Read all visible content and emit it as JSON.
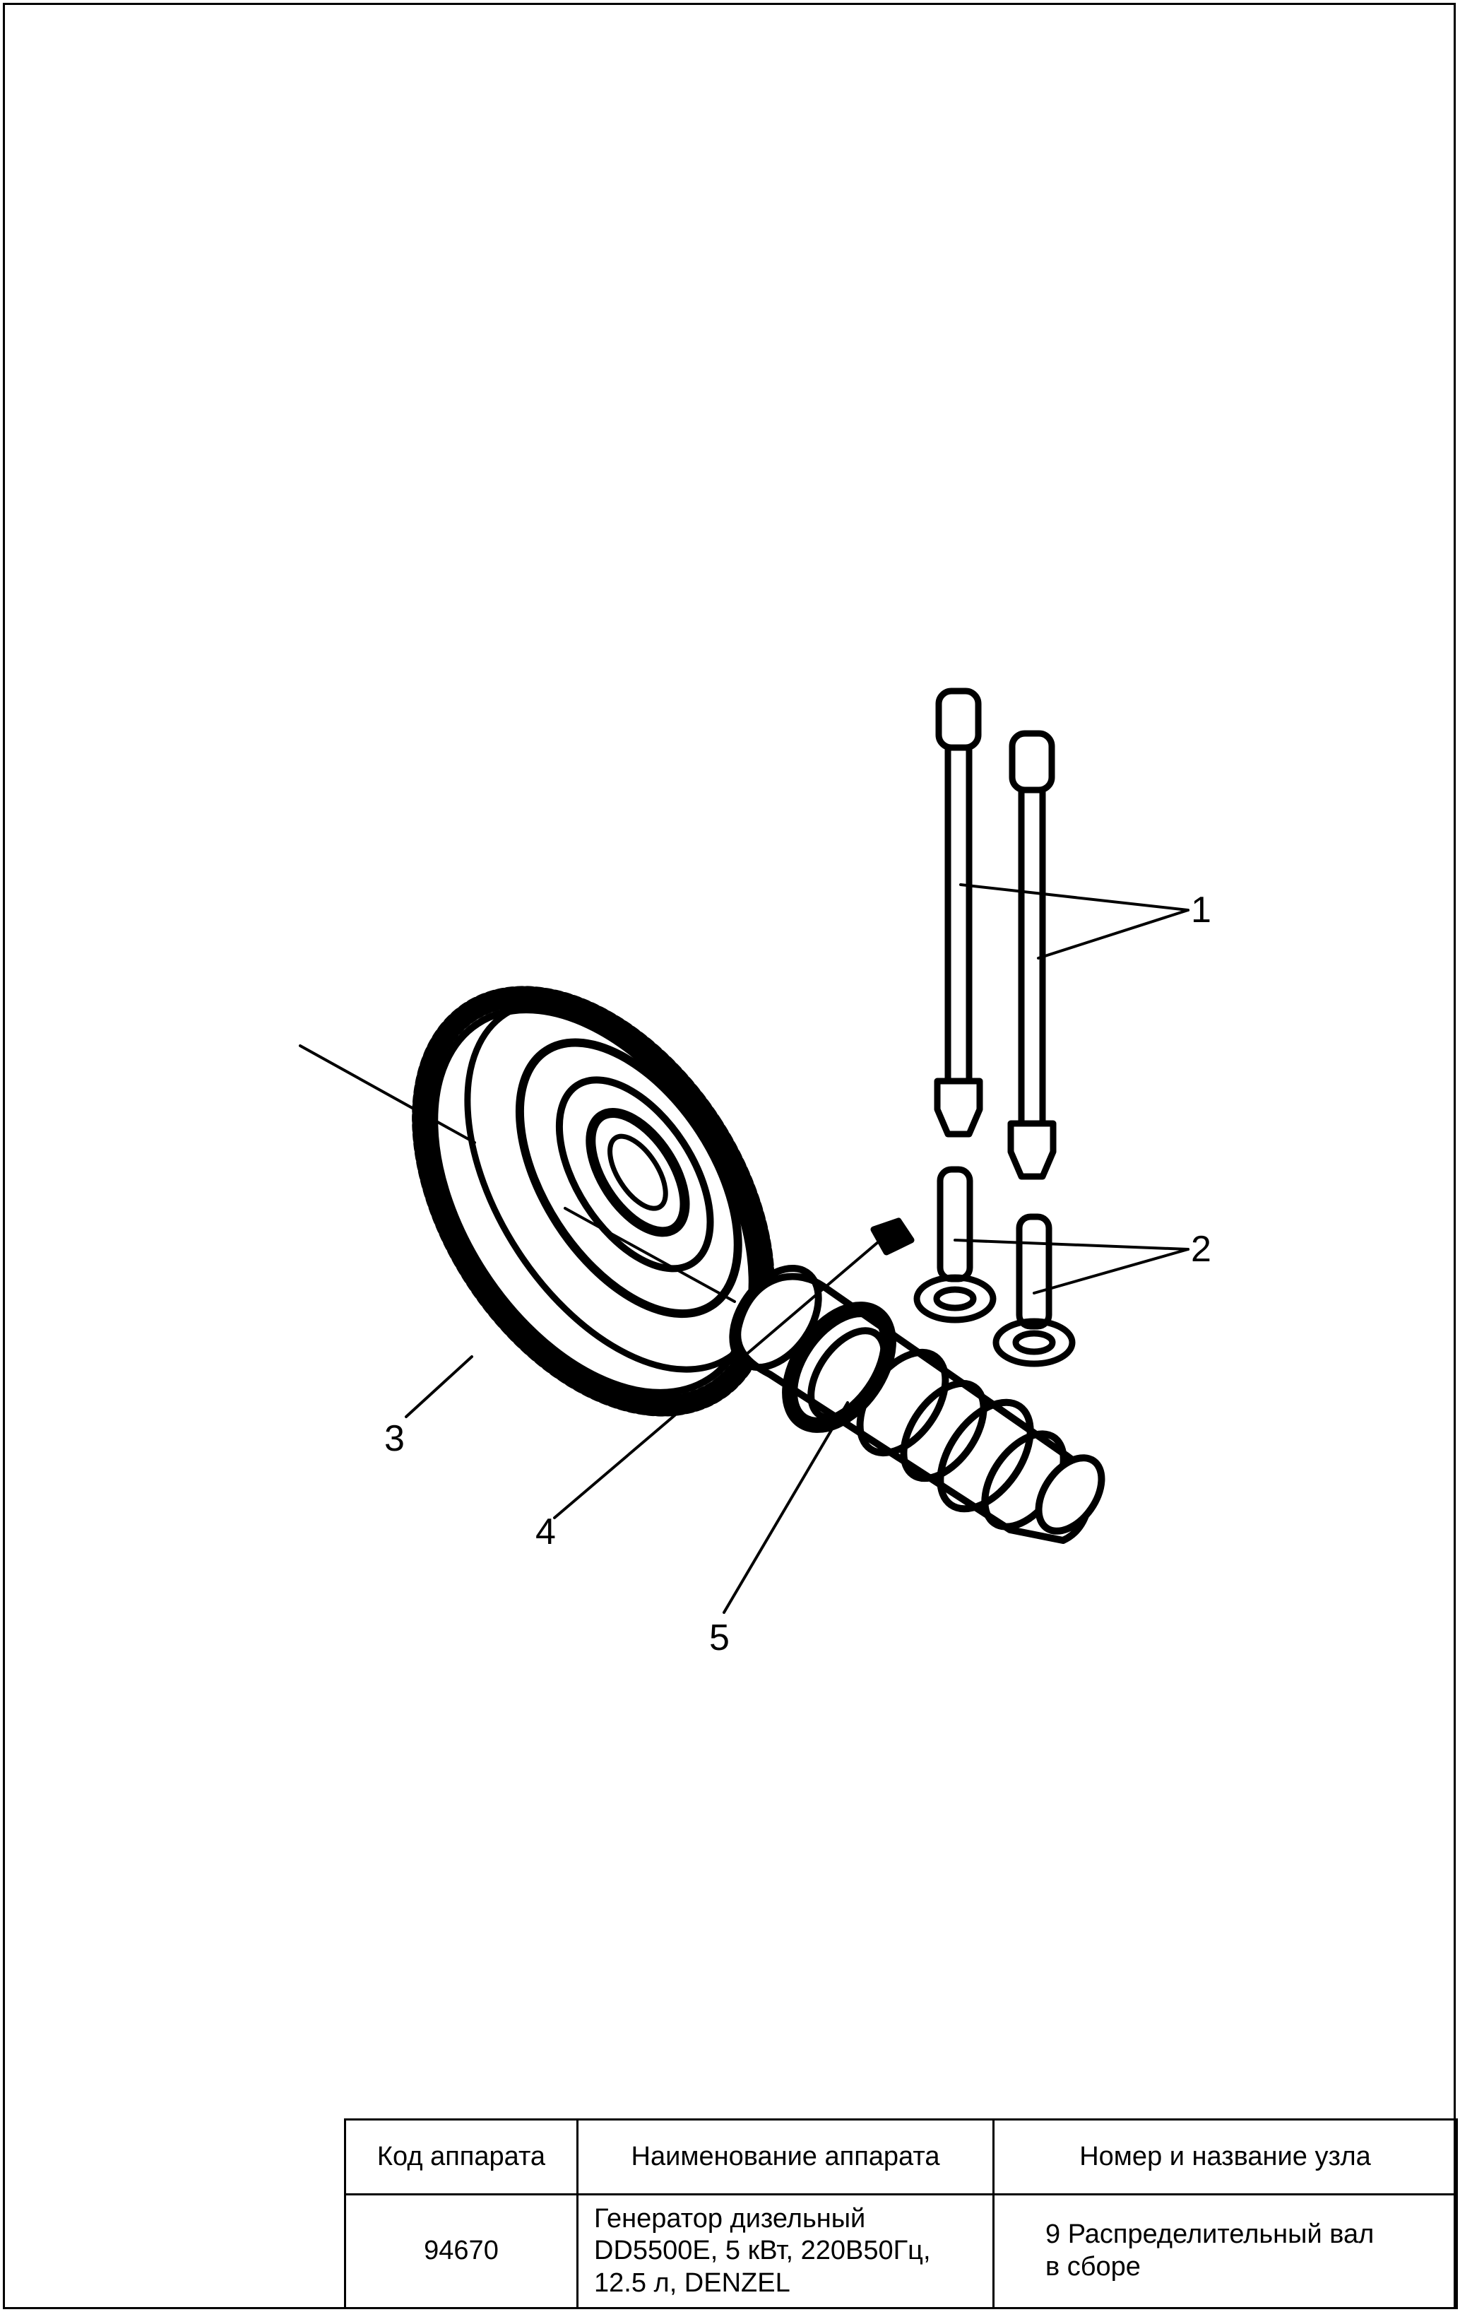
{
  "diagram": {
    "callouts": [
      "1",
      "2",
      "3",
      "4",
      "5"
    ]
  },
  "titleblock": {
    "headers": [
      "Код аппарата",
      "Наименование аппарата",
      "Номер и название узла"
    ],
    "code": "94670",
    "name_lines": [
      "Генератор дизельный",
      "DD5500E, 5 кВт, 220В50Гц,",
      "12.5 л, DENZEL"
    ],
    "assembly_lines": [
      "9 Распределительный вал",
      "в сборе"
    ]
  }
}
